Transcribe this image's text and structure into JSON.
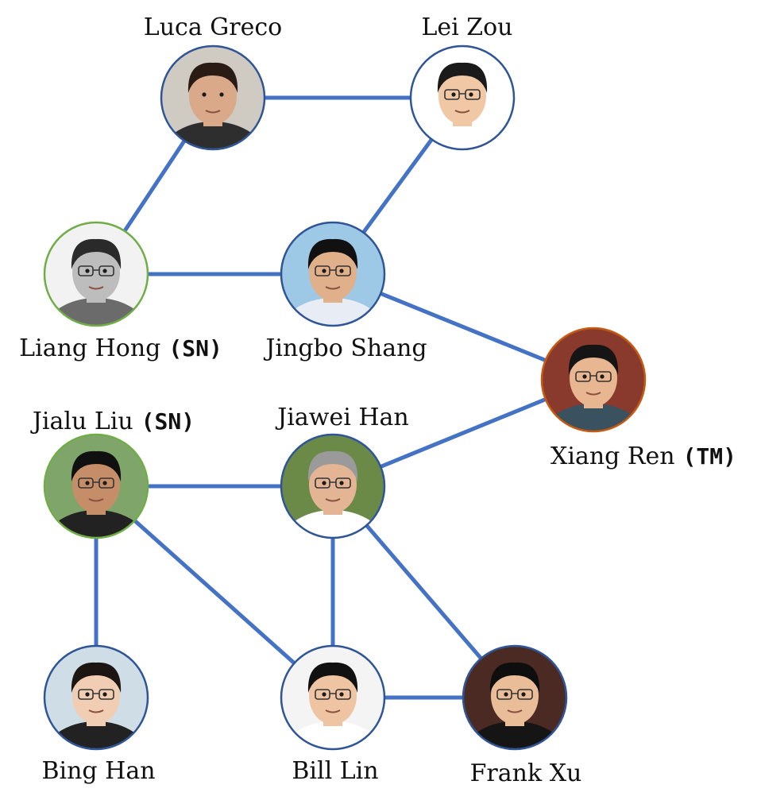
{
  "people": [
    {
      "id": "luca",
      "name": "Luca Greco",
      "tag": "",
      "ring": "blue",
      "skin": "#d9a98a",
      "hair": "#2a1c14",
      "bg": "#cfcac2",
      "shirt": "#2e2e2e",
      "glasses": false
    },
    {
      "id": "lei",
      "name": "Lei Zou",
      "tag": "",
      "ring": "blue",
      "skin": "#f0c8a5",
      "hair": "#1a1a1a",
      "bg": "#ffffff",
      "shirt": "#ffffff",
      "glasses": true
    },
    {
      "id": "liang",
      "name": "Liang Hong",
      "tag": "(SN)",
      "ring": "green",
      "skin": "#bdbdbd",
      "hair": "#2a2a2a",
      "bg": "#f2f2f2",
      "shirt": "#6b6b6b",
      "glasses": true
    },
    {
      "id": "jingbo",
      "name": "Jingbo Shang",
      "tag": "",
      "ring": "blue",
      "skin": "#e0b08a",
      "hair": "#111111",
      "bg": "#9ec9e6",
      "shirt": "#e8edf5",
      "glasses": true
    },
    {
      "id": "xiang",
      "name": "Xiang Ren",
      "tag": "(TM)",
      "ring": "orange",
      "skin": "#e8b690",
      "hair": "#151515",
      "bg": "#8a3a2c",
      "shirt": "#3a5160",
      "glasses": true
    },
    {
      "id": "jialu",
      "name": "Jialu Liu",
      "tag": "(SN)",
      "ring": "green",
      "skin": "#c58e68",
      "hair": "#101010",
      "bg": "#7fa56a",
      "shirt": "#222222",
      "glasses": true
    },
    {
      "id": "jiawei",
      "name": "Jiawei Han",
      "tag": "",
      "ring": "blue",
      "skin": "#e4b594",
      "hair": "#9a9a9a",
      "bg": "#6b8a48",
      "shirt": "#ffffff",
      "glasses": true
    },
    {
      "id": "bing",
      "name": "Bing Han",
      "tag": "",
      "ring": "blue",
      "skin": "#f1cdb4",
      "hair": "#1c1512",
      "bg": "#cfdde6",
      "shirt": "#222222",
      "glasses": true
    },
    {
      "id": "bill",
      "name": "Bill Lin",
      "tag": "",
      "ring": "blue",
      "skin": "#efc4a2",
      "hair": "#111111",
      "bg": "#f4f4f4",
      "shirt": "#ffffff",
      "glasses": true
    },
    {
      "id": "frank",
      "name": "Frank Xu",
      "tag": "",
      "ring": "blue",
      "skin": "#e9bd97",
      "hair": "#0e0e0e",
      "bg": "#4a2a22",
      "shirt": "#151515",
      "glasses": true
    }
  ],
  "edges": [
    [
      "luca",
      "lei"
    ],
    [
      "luca",
      "liang"
    ],
    [
      "lei",
      "jingbo"
    ],
    [
      "liang",
      "jingbo"
    ],
    [
      "jingbo",
      "xiang"
    ],
    [
      "xiang",
      "jiawei"
    ],
    [
      "jialu",
      "jiawei"
    ],
    [
      "jialu",
      "bing"
    ],
    [
      "jialu",
      "bill"
    ],
    [
      "jiawei",
      "bill"
    ],
    [
      "jiawei",
      "frank"
    ],
    [
      "bill",
      "frank"
    ]
  ],
  "colors": {
    "edge": "#4472c4",
    "ring_blue": "#2f5597",
    "ring_green": "#70ad47",
    "ring_orange": "#c55a11"
  }
}
